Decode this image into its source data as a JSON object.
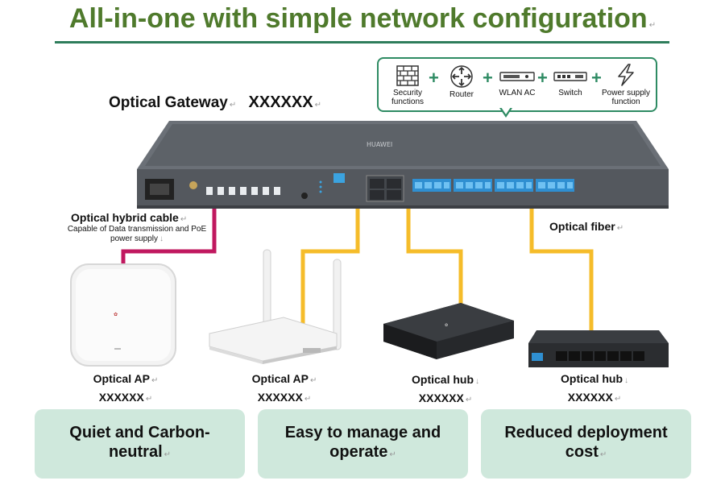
{
  "title": "All-in-one with simple network configuration",
  "gateway": {
    "label": "Optical Gateway",
    "model": "XXXXXX"
  },
  "functions": [
    {
      "label": "Security functions",
      "icon": "firewall-icon"
    },
    {
      "label": "Router",
      "icon": "router-icon"
    },
    {
      "label": "WLAN AC",
      "icon": "wlan-ac-icon"
    },
    {
      "label": "Switch",
      "icon": "switch-icon"
    },
    {
      "label": "Power supply function",
      "icon": "power-icon"
    }
  ],
  "connections": {
    "hybrid_cable": "Optical hybrid cable",
    "hybrid_desc_1": "Capable of Data transmission and PoE",
    "hybrid_desc_2": "power supply",
    "fiber": "Optical fiber"
  },
  "devices": [
    {
      "name": "Optical AP",
      "model": "XXXXXX"
    },
    {
      "name": "Optical AP",
      "model": "XXXXXX"
    },
    {
      "name": "Optical hub",
      "model": "XXXXXX"
    },
    {
      "name": "Optical hub",
      "model": "XXXXXX"
    }
  ],
  "benefits": [
    "Quiet and Carbon-neutral",
    "Easy to manage and operate",
    "Reduced deployment cost"
  ],
  "colors": {
    "title": "#4f7a2c",
    "accent": "#2e8b63",
    "hybrid": "#c0185f",
    "fiber": "#f5bc2a",
    "benefit_bg": "#cfe8dc"
  }
}
